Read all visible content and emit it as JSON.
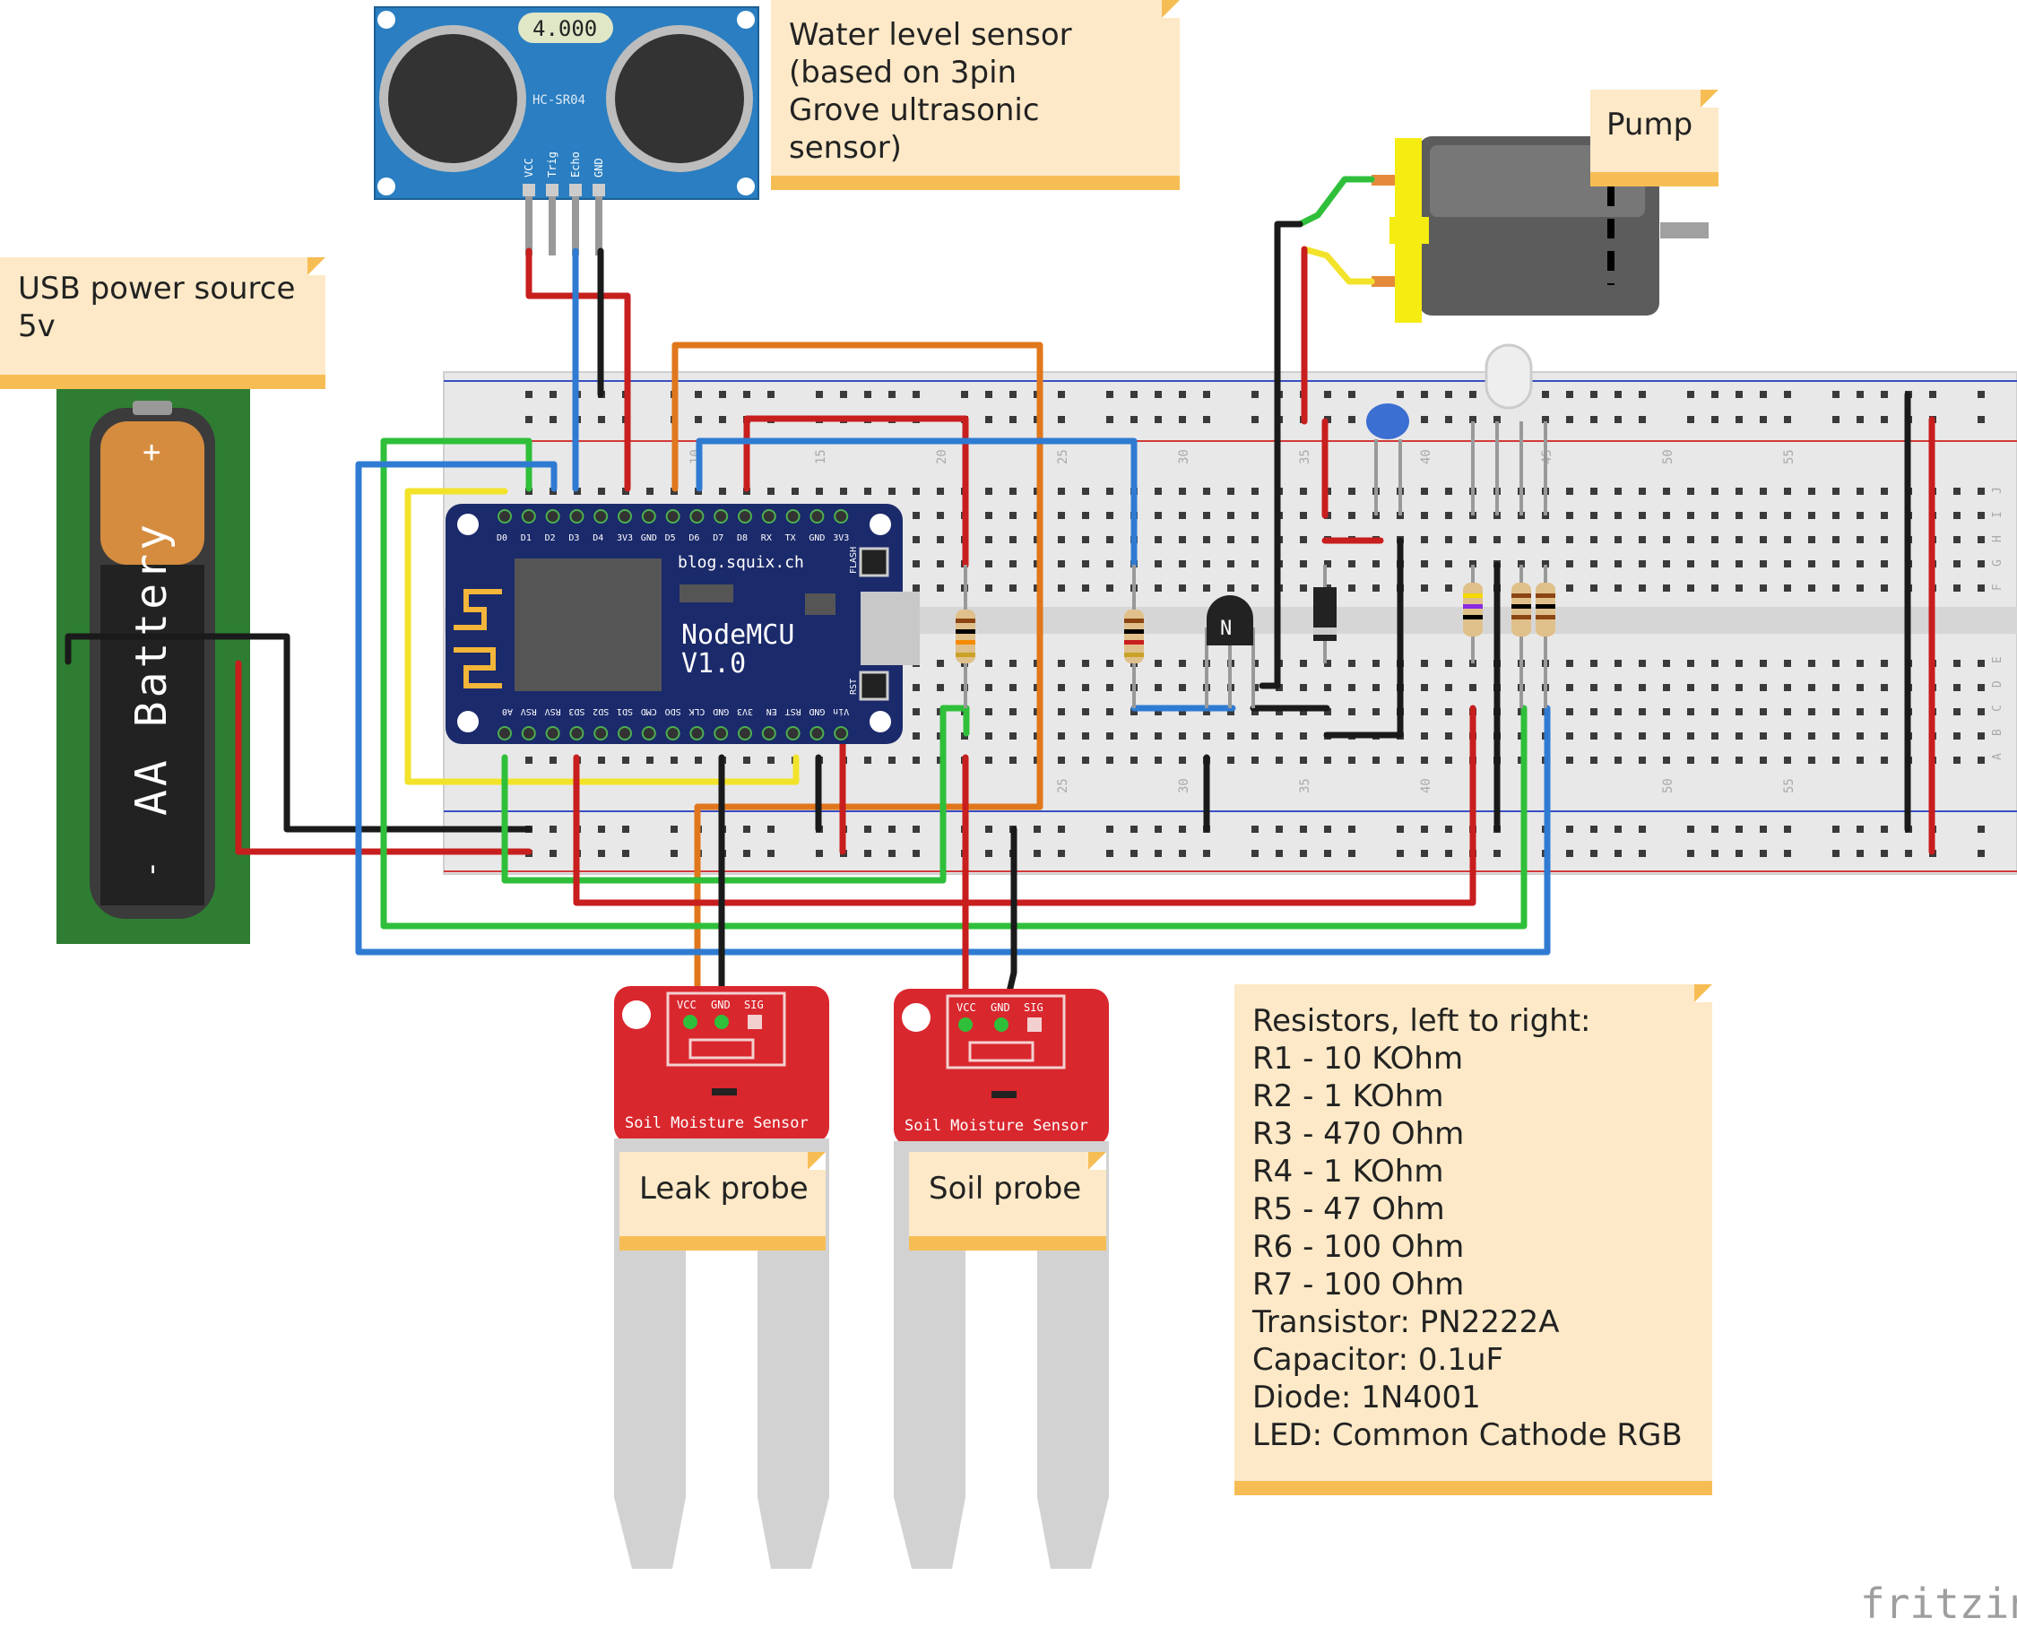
{
  "notes": {
    "water_level": "Water level sensor\n(based on 3pin\nGrove ultrasonic sensor)",
    "usb_power": "USB power source\n5v",
    "pump": "Pump",
    "leak_probe": "Leak probe",
    "soil_probe": "Soil probe",
    "resistors": "Resistors, left to right:\nR1 - 10 KOhm\nR2 - 1 KOhm\nR3 - 470 Ohm\nR4 - 1 KOhm\nR5 - 47 Ohm\nR6 - 100 Ohm\nR7 - 100 Ohm\nTransistor: PN2222A\nCapacitor: 0.1uF\nDiode: 1N4001\nLED: Common Cathode RGB"
  },
  "ultrasonic": {
    "display": "4.000",
    "model": "HC-SR04",
    "pins": [
      "VCC",
      "Trig",
      "Echo",
      "GND"
    ]
  },
  "battery": {
    "label": "AA Battery",
    "plus": "+",
    "minus": "-"
  },
  "nodemcu": {
    "title": "NodeMCU",
    "version": "V1.0",
    "site": "blog.squix.ch",
    "flash": "FLASH",
    "rst": "RST",
    "top_pins": [
      "D0",
      "D1",
      "D2",
      "D3",
      "D4",
      "3V3",
      "GND",
      "D5",
      "D6",
      "D7",
      "D8",
      "RX",
      "TX",
      "GND",
      "3V3"
    ],
    "bottom_pins": [
      "A0",
      "RSV",
      "RSV",
      "SD3",
      "SD2",
      "SD1",
      "CMD",
      "SDO",
      "CLK",
      "GND",
      "3V3",
      "EN",
      "RST",
      "GND",
      "Vin"
    ]
  },
  "breadboard": {
    "col_numbers": [
      "10",
      "15",
      "20",
      "25",
      "30",
      "35",
      "40",
      "45",
      "50",
      "55"
    ],
    "row_letters_top": [
      "J",
      "I",
      "H",
      "G",
      "F"
    ],
    "row_letters_bottom": [
      "E",
      "D",
      "C",
      "B",
      "A"
    ]
  },
  "soil_sensors": {
    "label": "Soil Moisture Sensor",
    "pins": [
      "VCC",
      "GND",
      "SIG"
    ]
  },
  "brand": "fritzing",
  "colors": {
    "wire_red": "#c81e1e",
    "wire_black": "#1a1a1a",
    "wire_blue": "#2f7bd2",
    "wire_green": "#2fbf3a",
    "wire_yellow": "#f2e32a",
    "wire_orange": "#e0771c",
    "note_bg": "#fde9c7",
    "note_bar": "#f7bd55",
    "nodemcu_blue": "#1b2a6b",
    "sensor_red": "#d9272e",
    "ultrasonic_blue": "#2a7ec1"
  }
}
